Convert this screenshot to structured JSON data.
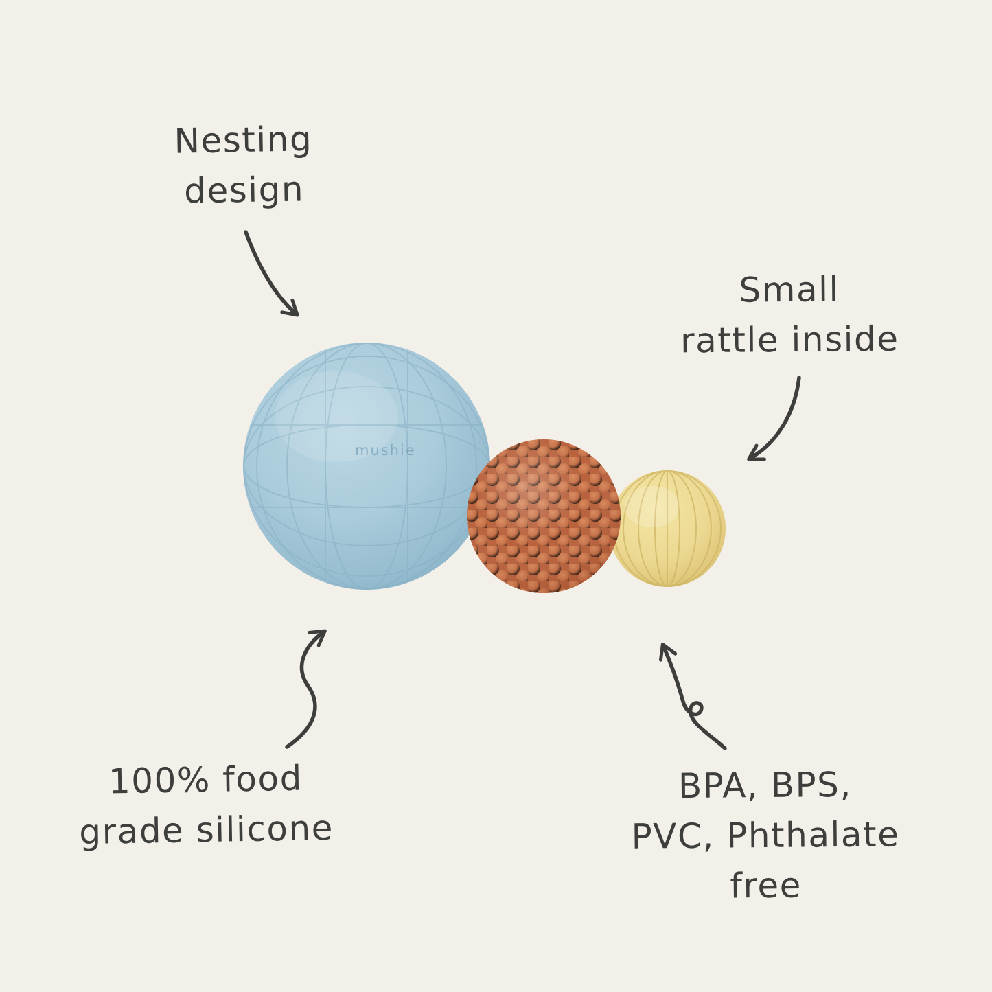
{
  "colors": {
    "background": "#f2f0e9",
    "ink": "#3e3e3c",
    "blue_ball": "#a7c9da",
    "orange_ball": "#c3714a",
    "yellow_ball": "#ecd992"
  },
  "product": {
    "brand": "mushie"
  },
  "annotations": {
    "nesting": {
      "lines": [
        "Nesting",
        "design"
      ]
    },
    "rattle": {
      "lines": [
        "Small",
        "rattle inside"
      ]
    },
    "silicone": {
      "lines": [
        "100% food",
        "grade silicone"
      ]
    },
    "chemfree": {
      "lines": [
        "BPA, BPS,",
        "PVC, Phthalate",
        "free"
      ]
    }
  }
}
